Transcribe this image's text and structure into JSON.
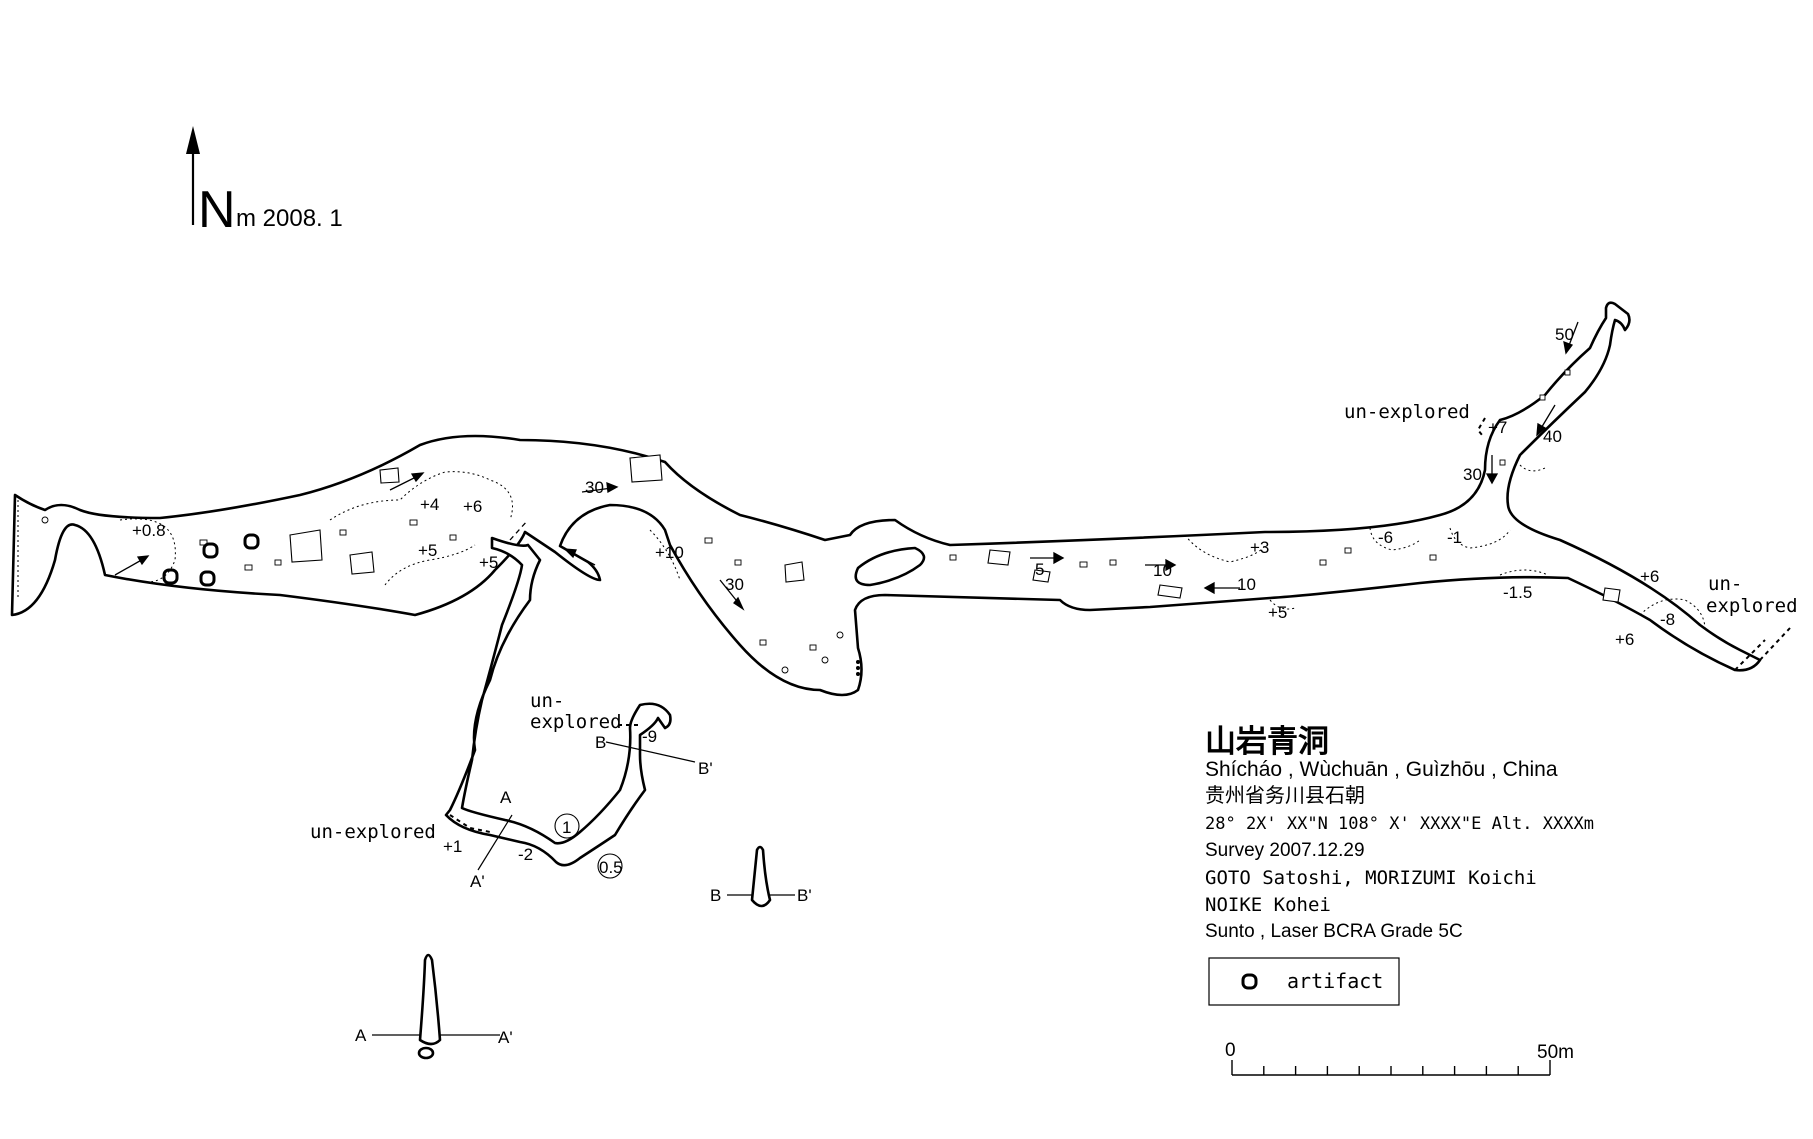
{
  "north": {
    "letter": "N",
    "suffix": "m 2008. 1"
  },
  "cave": {
    "name_cjk": "山岩青洞",
    "name_pinyin": "Shícháo , Wùchuān , Guìzhōu , China",
    "name_cjk_sub": "贵州省务川县石朝",
    "coordinates": "28° 2X' XX\"N  108°  X' XXXX\"E Alt. XXXXm",
    "survey": "Survey 2007.12.29",
    "surveyors_1": "GOTO Satoshi, MORIZUMI Koichi",
    "surveyors_2": "NOIKE Kohei",
    "instruments": "Sunto , Laser  BCRA Grade 5C"
  },
  "legend": {
    "artifact_label": "artifact"
  },
  "scale": {
    "start": "0",
    "end": "50m",
    "ticks": 10
  },
  "labels": {
    "l_p08": "+0.8",
    "l_p4": "+4",
    "l_p6a": "+6",
    "l_p5a": "+5",
    "l_p5b": "+5",
    "l_30a": "30",
    "l_p10": "+10",
    "l_30b": "30",
    "l_5": "5",
    "l_10a": "10",
    "l_10b": "10",
    "l_p3": "+3",
    "l_p5c": "+5",
    "l_m6": "-6",
    "l_m1": "-1",
    "l_m15": "-1.5",
    "l_p6b": "+6",
    "l_p6c": "+6",
    "l_m8": "-8",
    "l_50": "50",
    "l_40": "40",
    "l_p7": "+7",
    "l_30c": "30",
    "l_m9": "-9",
    "l_m2": "-2",
    "l_p1": "+1",
    "l_1": "1",
    "l_05": "0.5",
    "ux1": "un-explored",
    "ux2a": "un-",
    "ux2b": "explored",
    "ux3a": "un-",
    "ux3b": "explored",
    "ux4": "un-explored",
    "secA": "A",
    "secA2": "A'",
    "secB": "B",
    "secB2": "B'",
    "xsA": "A",
    "xsA2": "A'",
    "xsB": "B",
    "xsB2": "B'"
  }
}
